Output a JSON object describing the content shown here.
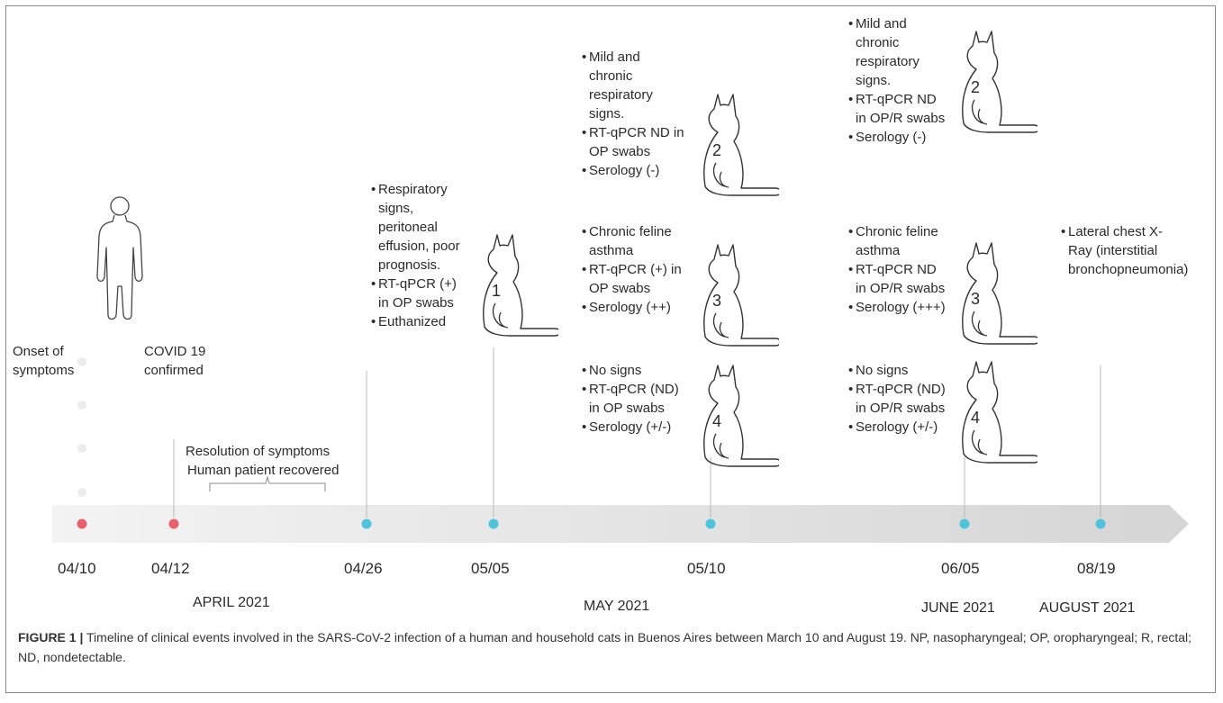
{
  "person_labels": {
    "onset": "Onset of symptoms",
    "covid": "COVID 19 confirmed"
  },
  "resolution": {
    "line1": "Resolution of symptoms",
    "line2": "Human patient recovered"
  },
  "events": {
    "e0426": [
      "Respiratory signs, peritoneal effusion, poor prognosis.",
      "RT-qPCR (+) in OP swabs",
      "Euthanized"
    ],
    "e0510_cat2": [
      "Mild and chronic respiratory signs.",
      "RT-qPCR ND in OP swabs",
      "Serology (-)"
    ],
    "e0510_cat3": [
      "Chronic feline asthma",
      "RT-qPCR (+) in OP swabs",
      "Serology (++)"
    ],
    "e0510_cat4": [
      "No signs",
      "RT-qPCR (ND) in OP swabs",
      "Serology (+/-)"
    ],
    "e0605_cat2": [
      "Mild and chronic respiratory signs.",
      "RT-qPCR ND in OP/R swabs",
      "Serology (-)"
    ],
    "e0605_cat3": [
      "Chronic feline asthma",
      "RT-qPCR ND in OP/R swabs",
      "Serology (+++)"
    ],
    "e0605_cat4": [
      "No signs",
      "RT-qPCR (ND) in OP/R swabs",
      "Serology (+/-)"
    ],
    "e0819": [
      "Lateral chest X-Ray (interstitial bronchopneumonia)"
    ]
  },
  "cat_numbers": {
    "c1": "1",
    "c2a": "2",
    "c3a": "3",
    "c4a": "4",
    "c2b": "2",
    "c3b": "3",
    "c4b": "4"
  },
  "dates": {
    "d0410": "04/10",
    "d0412": "04/12",
    "d0426": "04/26",
    "d0505": "05/05",
    "d0510": "05/10",
    "d0605": "06/05",
    "d0819": "08/19"
  },
  "months": {
    "april": "APRIL 2021",
    "may": "MAY 2021",
    "june": "JUNE 2021",
    "august": "AUGUST 2021"
  },
  "caption": {
    "label": "FIGURE 1 |",
    "text": " Timeline of clinical events involved in the SARS-CoV-2 infection of a human and household cats in Buenos Aires between March 10 and August 19. NP, nasopharyngeal; OP, oropharyngeal; R, rectal; ND, nondetectable."
  },
  "colors": {
    "human_dot": "#e8606a",
    "cat_dot": "#4cc4dc",
    "arrow_start": "#f2f2f2",
    "arrow_end": "#d6d6d6",
    "faint_dot": "#ebebeb"
  }
}
